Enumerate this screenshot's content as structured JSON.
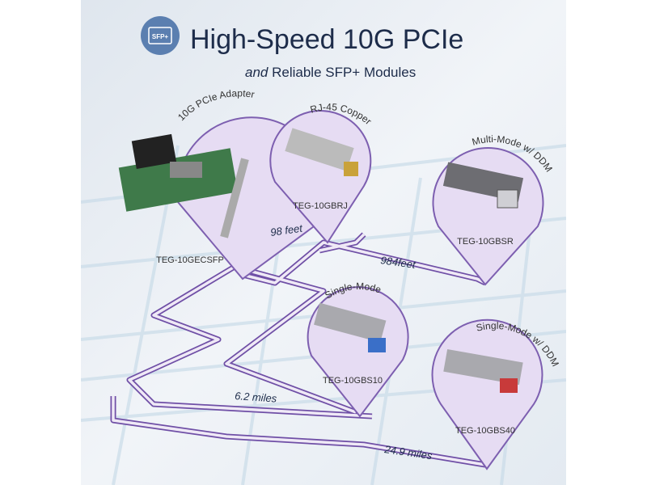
{
  "header": {
    "badge": "SFP+",
    "title": "High-Speed 10G PCIe",
    "subtitle_em": "and",
    "subtitle": " Reliable SFP+ Modules"
  },
  "products": [
    {
      "category": "10G PCIe Adapter",
      "model": "TEG-10GECSFP"
    },
    {
      "category": "RJ-45 Copper",
      "model": "TEG-10GBRJ"
    },
    {
      "category": "Multi-Mode w/ DDM",
      "model": "TEG-10GBSR"
    },
    {
      "category": "Single-Mode",
      "model": "TEG-10GBS10"
    },
    {
      "category": "Single-Mode w/ DDM",
      "model": "TEG-10GBS40"
    }
  ],
  "distances": [
    "98 feet",
    "984feet",
    "6.2 miles",
    "24.9 miles"
  ],
  "colors": {
    "title": "#1d2c4a",
    "pin_border": "#7d5fb0",
    "pin_fill": "#e6dcf3",
    "badge": "#5b7fb0"
  }
}
